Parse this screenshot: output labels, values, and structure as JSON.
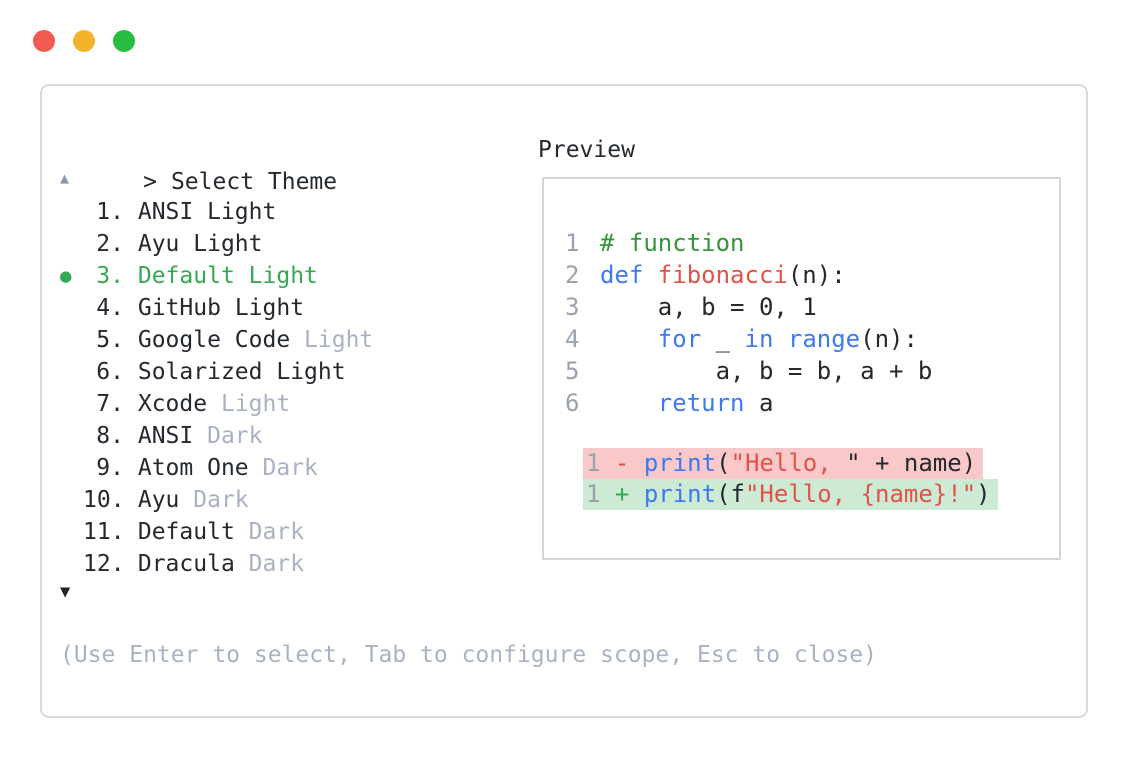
{
  "window": {
    "controls": [
      "close",
      "minimize",
      "zoom"
    ]
  },
  "colors": {
    "text": "#24292f",
    "muted": "#a9b2c2",
    "selected_green": "#34a853",
    "scroll_up_arrow": "#8e98ab",
    "panel_border": "#d6dae2",
    "preview_border": "#cfd4dd",
    "line_number": "#9aa2ad",
    "keyword_blue": "#4078f2",
    "function_red": "#e0534a",
    "string_red": "#e0534a",
    "comment_green": "#36943c",
    "diff_minus_red": "#e0463c",
    "diff_plus_green": "#34a853",
    "diff_removed_bg": "#f8c9c8",
    "diff_added_bg": "#cdead5",
    "traffic_red": "#f15b51",
    "traffic_yellow": "#f3b32a",
    "traffic_green": "#27bd3f"
  },
  "panel": {
    "prompt_char": ">",
    "title": "Select Theme",
    "preview_label": "Preview",
    "scroll_up_icon": "▲",
    "scroll_down_icon": "▼",
    "hint": "(Use Enter to select, Tab to configure scope, Esc to close)",
    "selected_marker": "●"
  },
  "theme_list": {
    "selected_number": "3",
    "items": [
      {
        "number": "1",
        "name": "ANSI",
        "variant": "Light",
        "variant_muted": false,
        "selected": false
      },
      {
        "number": "2",
        "name": "Ayu",
        "variant": "Light",
        "variant_muted": false,
        "selected": false
      },
      {
        "number": "3",
        "name": "Default",
        "variant": "Light",
        "variant_muted": false,
        "selected": true
      },
      {
        "number": "4",
        "name": "GitHub",
        "variant": "Light",
        "variant_muted": false,
        "selected": false
      },
      {
        "number": "5",
        "name": "Google Code",
        "variant": "Light",
        "variant_muted": true,
        "selected": false
      },
      {
        "number": "6",
        "name": "Solarized",
        "variant": "Light",
        "variant_muted": false,
        "selected": false
      },
      {
        "number": "7",
        "name": "Xcode",
        "variant": "Light",
        "variant_muted": true,
        "selected": false
      },
      {
        "number": "8",
        "name": "ANSI",
        "variant": "Dark",
        "variant_muted": true,
        "selected": false
      },
      {
        "number": "9",
        "name": "Atom One",
        "variant": "Dark",
        "variant_muted": true,
        "selected": false
      },
      {
        "number": "10",
        "name": "Ayu",
        "variant": "Dark",
        "variant_muted": true,
        "selected": false
      },
      {
        "number": "11",
        "name": "Default",
        "variant": "Dark",
        "variant_muted": true,
        "selected": false
      },
      {
        "number": "12",
        "name": "Dracula",
        "variant": "Dark",
        "variant_muted": true,
        "selected": false
      }
    ]
  },
  "preview": {
    "code_lines": [
      {
        "ln": "1",
        "tokens": [
          {
            "t": "# function",
            "c": "comment"
          }
        ]
      },
      {
        "ln": "2",
        "tokens": [
          {
            "t": "def ",
            "c": "kw"
          },
          {
            "t": "fibonacci",
            "c": "fn"
          },
          {
            "t": "(n):",
            "c": "pl"
          }
        ]
      },
      {
        "ln": "3",
        "tokens": [
          {
            "t": "    a, b = 0, 1",
            "c": "pl"
          }
        ]
      },
      {
        "ln": "4",
        "tokens": [
          {
            "t": "    ",
            "c": "pl"
          },
          {
            "t": "for",
            "c": "kw"
          },
          {
            "t": " _ ",
            "c": "pl"
          },
          {
            "t": "in",
            "c": "kw"
          },
          {
            "t": " ",
            "c": "pl"
          },
          {
            "t": "range",
            "c": "kw"
          },
          {
            "t": "(n):",
            "c": "pl"
          }
        ]
      },
      {
        "ln": "5",
        "tokens": [
          {
            "t": "        a, b = b, a + b",
            "c": "pl"
          }
        ]
      },
      {
        "ln": "6",
        "tokens": [
          {
            "t": "    ",
            "c": "pl"
          },
          {
            "t": "return",
            "c": "kw"
          },
          {
            "t": " a",
            "c": "pl"
          }
        ]
      }
    ],
    "diff_lines": [
      {
        "ln": "1",
        "sign": "-",
        "type": "removed",
        "tokens": [
          {
            "t": "print",
            "c": "kw"
          },
          {
            "t": "(",
            "c": "pl"
          },
          {
            "t": "\"Hello, ",
            "c": "str"
          },
          {
            "t": "\" + name)",
            "c": "pl"
          }
        ]
      },
      {
        "ln": "1",
        "sign": "+",
        "type": "added",
        "tokens": [
          {
            "t": "print",
            "c": "kw"
          },
          {
            "t": "(f",
            "c": "pl"
          },
          {
            "t": "\"Hello, {name}!\"",
            "c": "str"
          },
          {
            "t": ")",
            "c": "pl"
          }
        ]
      }
    ]
  }
}
